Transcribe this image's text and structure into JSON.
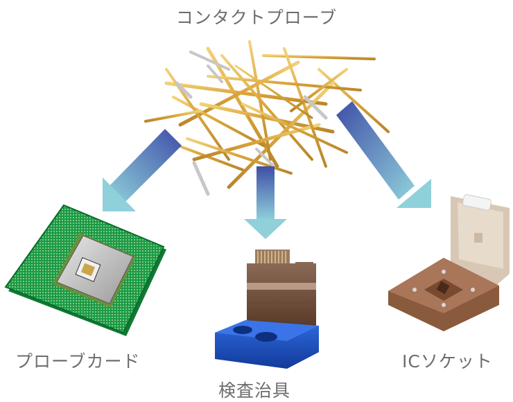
{
  "title": "コンタクトプローブ",
  "products": {
    "probe_card": "プローブカード",
    "test_jig": "検査治具",
    "ic_socket": "ICソケット"
  },
  "colors": {
    "label_text": "#6d6d6d",
    "arrow_start": "#3f4fa7",
    "arrow_end": "#8fd0da",
    "pin_gold": "#d9a53a",
    "pcb_green": "#1a9a44",
    "jig_blue": "#1c4fbf",
    "socket_brown": "#9c6b4a"
  }
}
